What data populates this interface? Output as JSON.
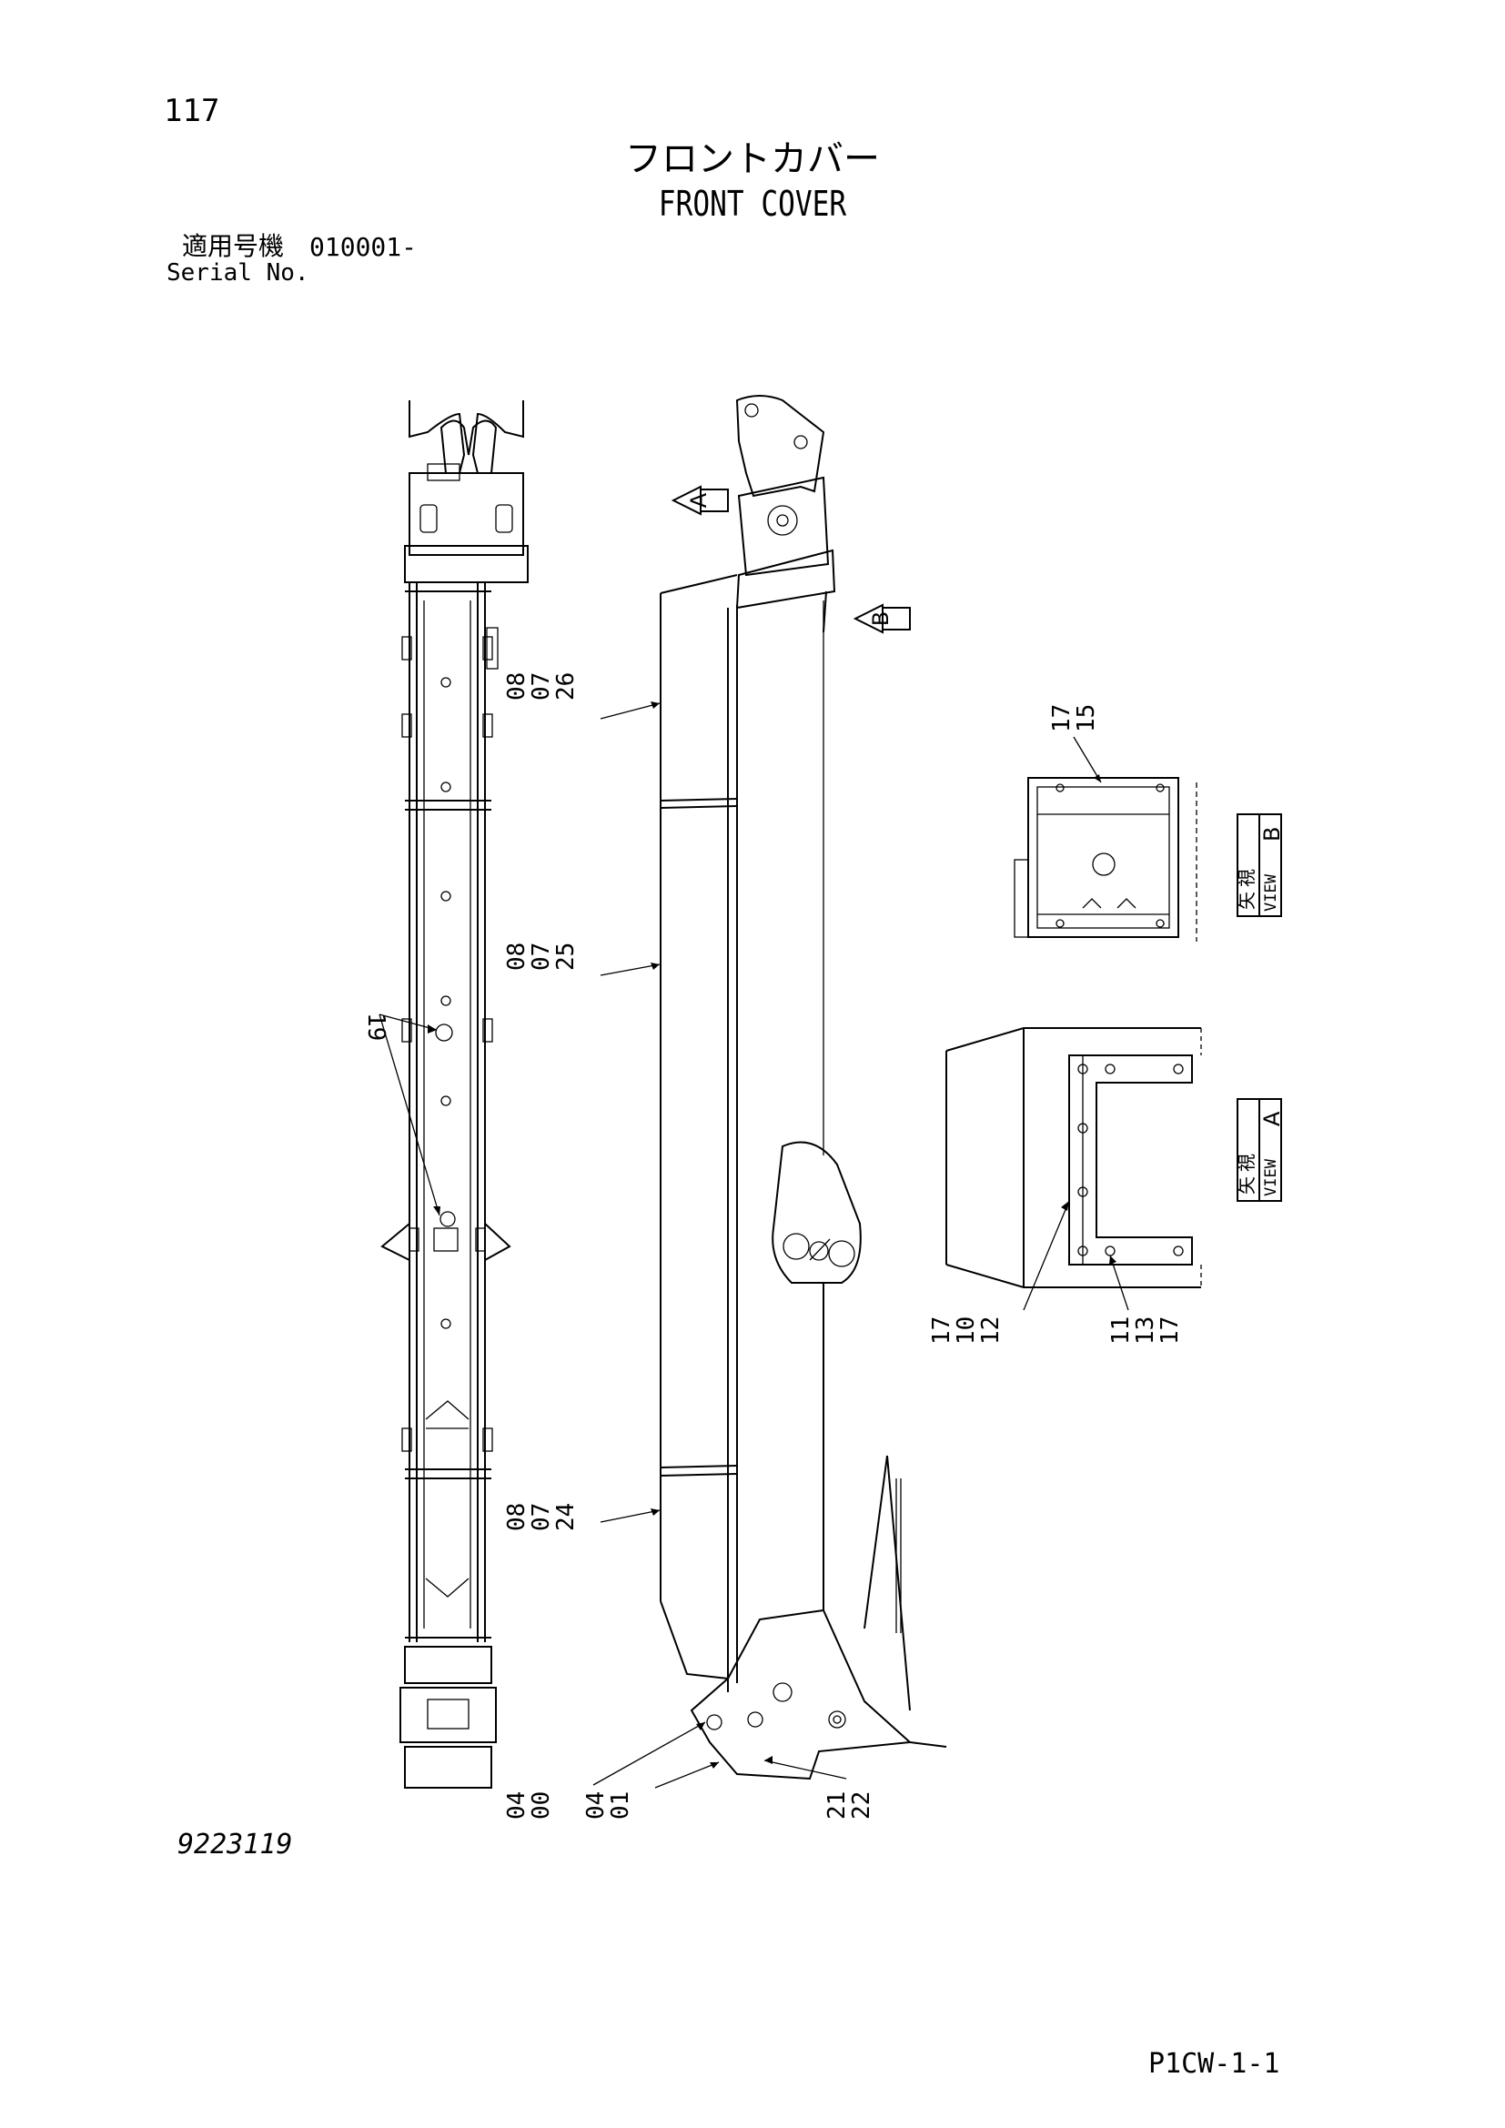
{
  "page": {
    "number": "117",
    "code": "P1CW-1-1"
  },
  "title": {
    "japanese": "フロントカバー",
    "english": "FRONT COVER"
  },
  "serial": {
    "label_jp": "適用号機",
    "value": "010001-",
    "label_en": "Serial No."
  },
  "drawing_number": "9223119",
  "view_markers": {
    "a": "A",
    "b": "B"
  },
  "view_labels": {
    "b": {
      "jp_1": "矢",
      "jp_2": "視",
      "en": "VIEW",
      "letter": "B"
    },
    "a": {
      "jp_1": "矢",
      "jp_2": "視",
      "en": "VIEW",
      "letter": "A"
    }
  },
  "callouts": {
    "c19": "19",
    "c08_26": [
      "08",
      "07",
      "26"
    ],
    "c08_25": [
      "08",
      "07",
      "25"
    ],
    "c08_24": [
      "08",
      "07",
      "24"
    ],
    "c04_00": [
      "04",
      "00"
    ],
    "c04_01": [
      "04",
      "01"
    ],
    "c21_22": [
      "21",
      "22"
    ],
    "c17_15": [
      "17",
      "15"
    ],
    "c17_12": [
      "17",
      "10",
      "12"
    ],
    "c11_17": [
      "11",
      "13",
      "17"
    ]
  }
}
